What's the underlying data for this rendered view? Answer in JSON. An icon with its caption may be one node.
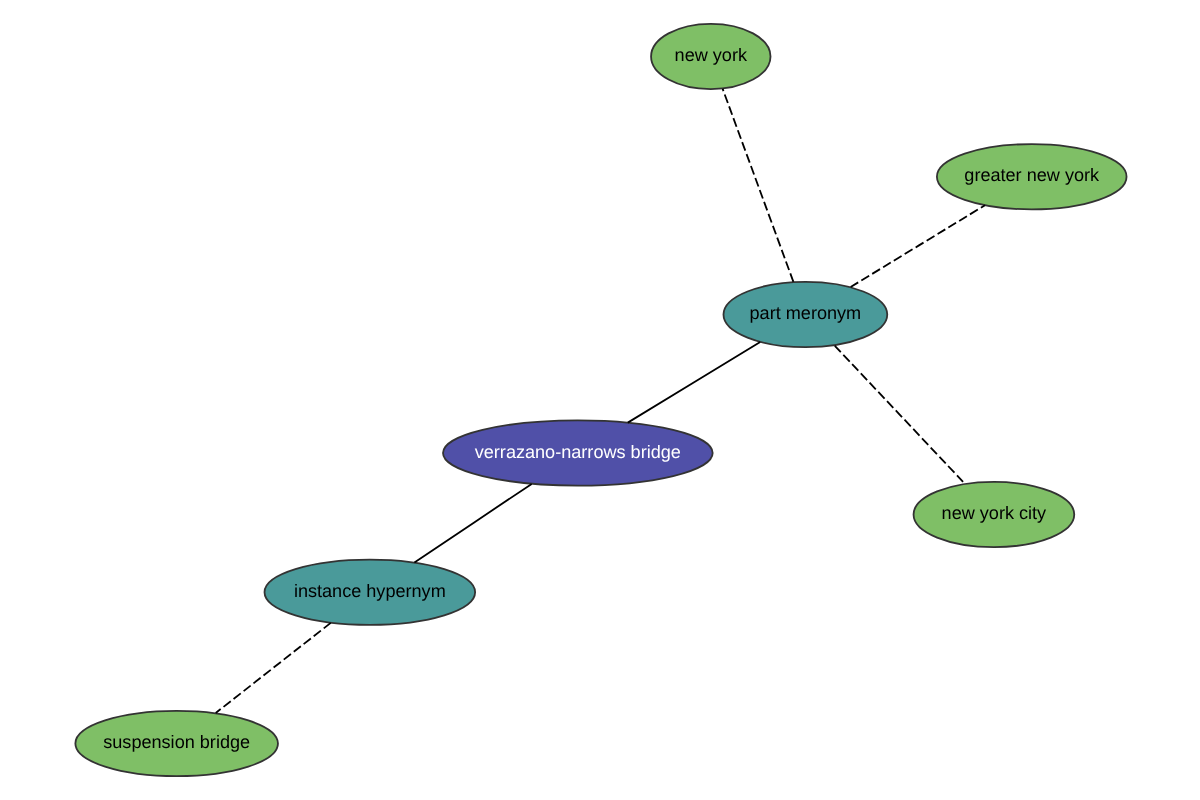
{
  "diagram": {
    "nodes": [
      {
        "text": [
          "verrazano-narrows bridge"
        ]
      },
      {
        "text": [
          "part meronym"
        ]
      },
      {
        "text": [
          "new york city"
        ]
      },
      {
        "text": [
          "new york"
        ]
      },
      {
        "text": [
          "greater new york"
        ]
      },
      {
        "text": [
          "instance hypernym"
        ]
      },
      {
        "text": [
          "suspension bridge"
        ]
      }
    ],
    "edges": [
      {
        "from": 0,
        "to": 1,
        "arrow": "none"
      },
      {
        "from": 1,
        "to": 2,
        "arrow": "none",
        "style": "dashed"
      },
      {
        "from": 1,
        "to": 3,
        "arrow": "none",
        "style": "dashed"
      },
      {
        "from": 1,
        "to": 4,
        "arrow": "none",
        "style": "dashed"
      },
      {
        "from": 0,
        "to": 5,
        "arrow": "none"
      },
      {
        "from": 5,
        "to": 6,
        "arrow": "none",
        "style": "dashed"
      }
    ]
  }
}
